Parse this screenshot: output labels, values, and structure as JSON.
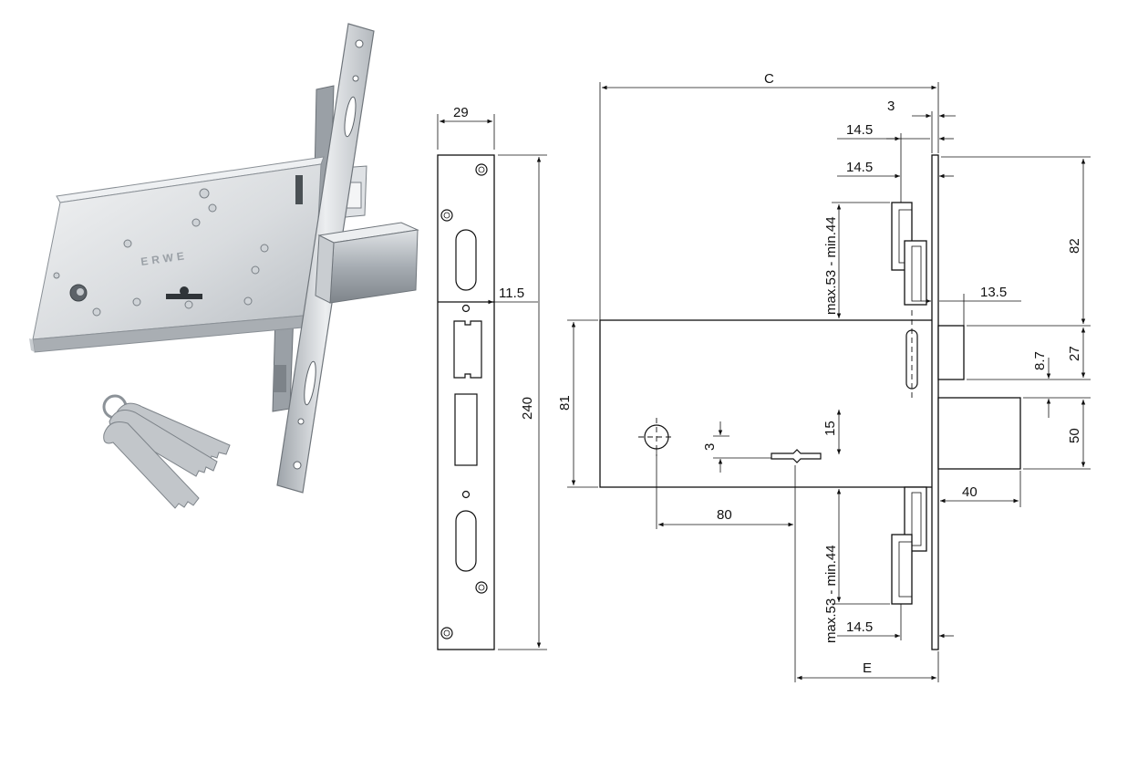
{
  "dimensions": {
    "plate_width": "29",
    "plate_height": "240",
    "plate_hole_offset": "11.5",
    "body_height": "81",
    "overall_depth": "C",
    "backset_total": "E",
    "faceplate_thickness": "3",
    "top_offset_1": "14.5",
    "top_offset_2": "14.5",
    "bottom_offset": "14.5",
    "rod_range_top": "max.53 - min.44",
    "rod_range_bottom": "max.53 - min.44",
    "latch_projection": "13.5",
    "upper_height": "82",
    "latch_height": "27",
    "latch_gap": "8.7",
    "bolt_height": "50",
    "bolt_projection": "40",
    "key_offset": "80",
    "key_distance": "15",
    "key_width": "3"
  },
  "product": {
    "engraving": "ERWE"
  },
  "colors": {
    "line": "#111111",
    "metal_light": "#e4e6e8",
    "metal_mid": "#c4c8cc",
    "metal_dark": "#8f959b",
    "background": "#ffffff"
  }
}
